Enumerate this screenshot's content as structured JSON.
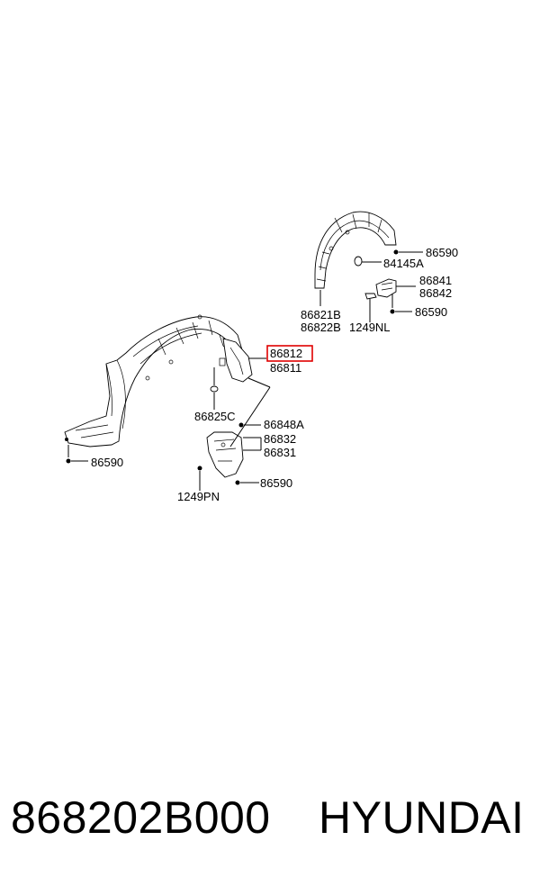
{
  "callouts": {
    "l86590_a": "86590",
    "l84145a": "84145A",
    "l86841": "86841",
    "l86842": "86842",
    "l86590_b": "86590",
    "l86821b": "86821B",
    "l86822b": "86822B",
    "l1249nl": "1249NL",
    "l86812": "86812",
    "l86811": "86811",
    "l86825c": "86825C",
    "l86848a": "86848A",
    "l86832": "86832",
    "l86831": "86831",
    "l86590_c": "86590",
    "l86590_d": "86590",
    "l1249pn": "1249PN"
  },
  "highlight_color": "#e00000",
  "footer": {
    "part_number": "868202B000",
    "brand": "HYUNDAI"
  }
}
